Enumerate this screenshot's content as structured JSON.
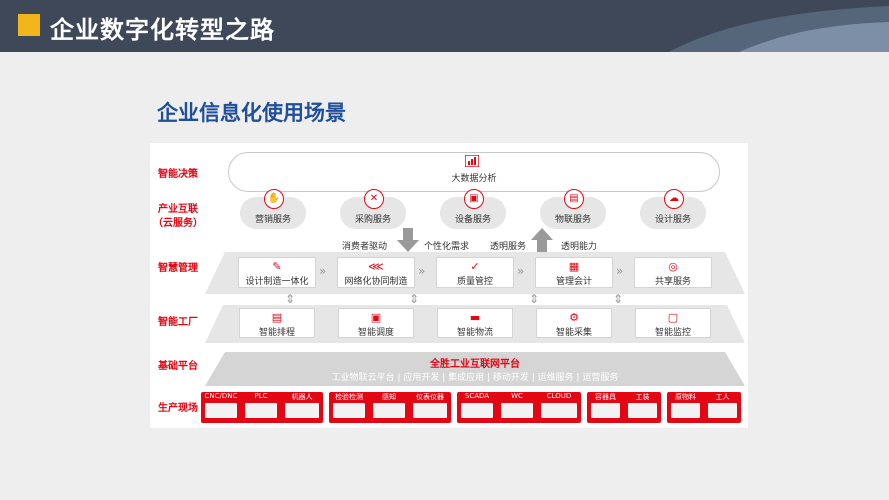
{
  "header": {
    "title": "企业数字化转型之路"
  },
  "subtitle": "企业信息化使用场景",
  "row_labels": {
    "decision": "智能决策",
    "industry_line1": "产业互联",
    "industry_line2": "（云服务）",
    "management": "智慧管理",
    "factory": "智能工厂",
    "platform": "基础平台",
    "field": "生产现场"
  },
  "bigdata": "大数据分析",
  "cloud_services": [
    {
      "label": "营销服务",
      "icon": "handshake-icon"
    },
    {
      "label": "采购服务",
      "icon": "tools-icon"
    },
    {
      "label": "设备服务",
      "icon": "device-icon"
    },
    {
      "label": "物联服务",
      "icon": "iot-icon"
    },
    {
      "label": "设计服务",
      "icon": "cloud-icon"
    }
  ],
  "flow_notes": {
    "consumer": "消费者驱动",
    "personal": "个性化需求",
    "transparent_service": "透明服务",
    "transparent_capacity": "透明能力"
  },
  "management": [
    {
      "label": "设计制造一体化",
      "icon": "pencil-icon"
    },
    {
      "label": "网络化协同制造",
      "icon": "share-icon"
    },
    {
      "label": "质量管控",
      "icon": "shield-check-icon"
    },
    {
      "label": "管理会计",
      "icon": "grid-icon"
    },
    {
      "label": "共享服务",
      "icon": "target-icon"
    }
  ],
  "factory": [
    {
      "label": "智能排程",
      "icon": "schedule-icon"
    },
    {
      "label": "智能调度",
      "icon": "dispatch-icon"
    },
    {
      "label": "智能物流",
      "icon": "truck-icon"
    },
    {
      "label": "智能采集",
      "icon": "gear-icon"
    },
    {
      "label": "智能监控",
      "icon": "monitor-icon"
    }
  ],
  "platform": {
    "title": "全胜工业互联网平台",
    "items": "工业物联云平台 | 应用开发 | 集成应用 | 移动开发 | 运维服务 | 运营服务"
  },
  "field_groups": [
    {
      "items": [
        "CNC/DNC",
        "PLC",
        "机器人"
      ]
    },
    {
      "items": [
        "检验检测",
        "感知",
        "仪表仪器"
      ]
    },
    {
      "items": [
        "SCADA",
        "WC",
        "CLOUD"
      ]
    },
    {
      "items": [
        "容器具",
        "工装"
      ]
    },
    {
      "items": [
        "原物料",
        "工人"
      ]
    }
  ]
}
